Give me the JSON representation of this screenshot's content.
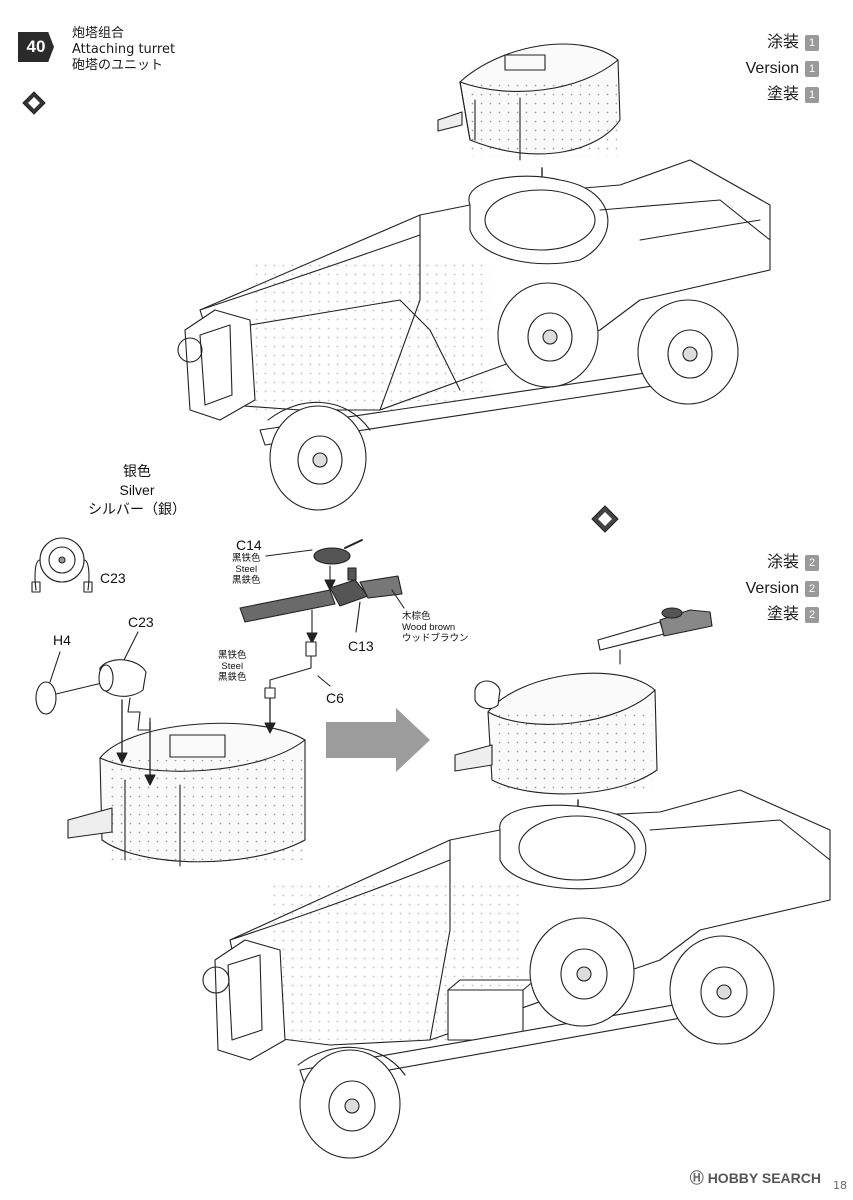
{
  "step": {
    "number": "40",
    "title_zh": "炮塔组合",
    "title_en": "Attaching turret",
    "title_ja": "砲塔のユニット"
  },
  "version1": {
    "label_zh": "涂装",
    "label_en": "Version",
    "label_ja": "塗装",
    "number": "1"
  },
  "version2": {
    "label_zh": "涂装",
    "label_en": "Version",
    "label_ja": "塗装",
    "number": "2"
  },
  "paint_silver": {
    "zh": "银色",
    "en": "Silver",
    "ja": "シルバー（銀）"
  },
  "parts": {
    "c23_a": "C23",
    "c23_b": "C23",
    "h4": "H4",
    "c14": "C14",
    "c13": "C13",
    "c6": "C6"
  },
  "paint_steel_1": {
    "zh": "黑铁色",
    "en": "Steel",
    "ja": "黒鉄色"
  },
  "paint_steel_2": {
    "zh": "黑铁色",
    "en": "Steel",
    "ja": "黒鉄色"
  },
  "paint_wood": {
    "zh": "木棕色",
    "en": "Wood brown",
    "ja": "ウッドブラウン"
  },
  "footer": {
    "brand": "HOBBY SEARCH",
    "page": "18"
  },
  "icons": {
    "gluing": "glue-diamond-icon",
    "move_arrow": "assembly-arrow-icon"
  }
}
